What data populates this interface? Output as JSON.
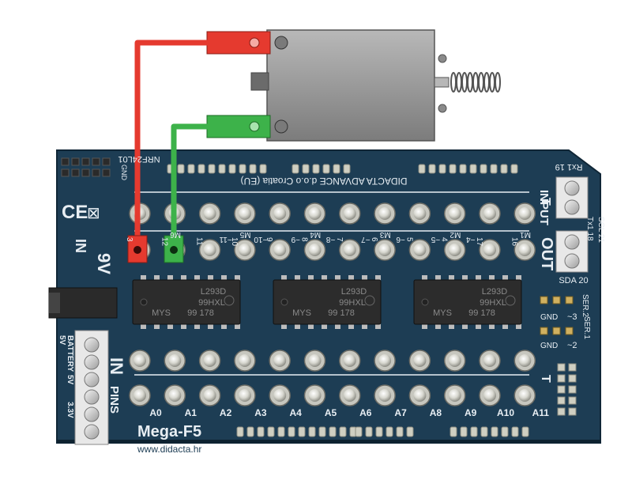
{
  "board": {
    "name": "Mega-F5",
    "url": "www.didacta.hr",
    "vendor_line": "DIDACTA ADVANCE d.o.o Croatia (EU)",
    "radio_header": "NRF24L01",
    "gnd_label": "GND",
    "ce_mark": "CE",
    "supply": "9V",
    "in_label": "IN",
    "in_pins_label": "IN",
    "pins_word": "PINS",
    "out_word": "OUT",
    "input_word": "INPUT",
    "top_t": "T",
    "bottom_t": "T",
    "rx_label": "Rx1 19",
    "tx_label": "Tx1 18",
    "scl_label": "SCL 21",
    "sda_label": "SDA 20",
    "ser2_label": "SER.2",
    "ser1_label": "SER.1",
    "gnd_a": "GND",
    "gnd_b": "GND",
    "tilde3": "~3",
    "tilde2": "~2",
    "battery_labels": [
      "5V",
      "BATTERY",
      "5V",
      "3.3V"
    ],
    "output_pin_numbers": [
      "3",
      "12",
      "11",
      "10",
      "9",
      "8",
      "7",
      "6",
      "5",
      "4",
      "17",
      "16"
    ],
    "output_pin_marks": [
      "",
      "",
      "~11",
      "~10",
      "~9",
      "~8",
      "~7",
      "~6",
      "~5",
      "~4",
      "",
      ""
    ],
    "motor_labels": [
      "M6",
      "M5",
      "M4",
      "M3",
      "M2",
      "M1"
    ],
    "analog_pins": [
      "A0",
      "A1",
      "A2",
      "A3",
      "A4",
      "A5",
      "A6",
      "A7",
      "A8",
      "A9",
      "A10",
      "A11"
    ],
    "chips": [
      {
        "part": "L293D",
        "code": "99HXL",
        "maker": "MYS",
        "batch": "99 178"
      },
      {
        "part": "L293D",
        "code": "99HXL",
        "maker": "MYS",
        "batch": "99 178"
      },
      {
        "part": "L293D",
        "code": "99HXL",
        "maker": "MYS",
        "batch": "99 178"
      }
    ]
  },
  "colors": {
    "board": "#1d3d54",
    "board_edge": "#143044",
    "silkscreen": "#e8eef3",
    "wire_red": "#e53a2f",
    "wire_green": "#3db24a",
    "chip": "#2c2c2c",
    "socket": "#d8d8d0",
    "header": "#cfcfc2",
    "solenoid": "#9a9a9a"
  }
}
